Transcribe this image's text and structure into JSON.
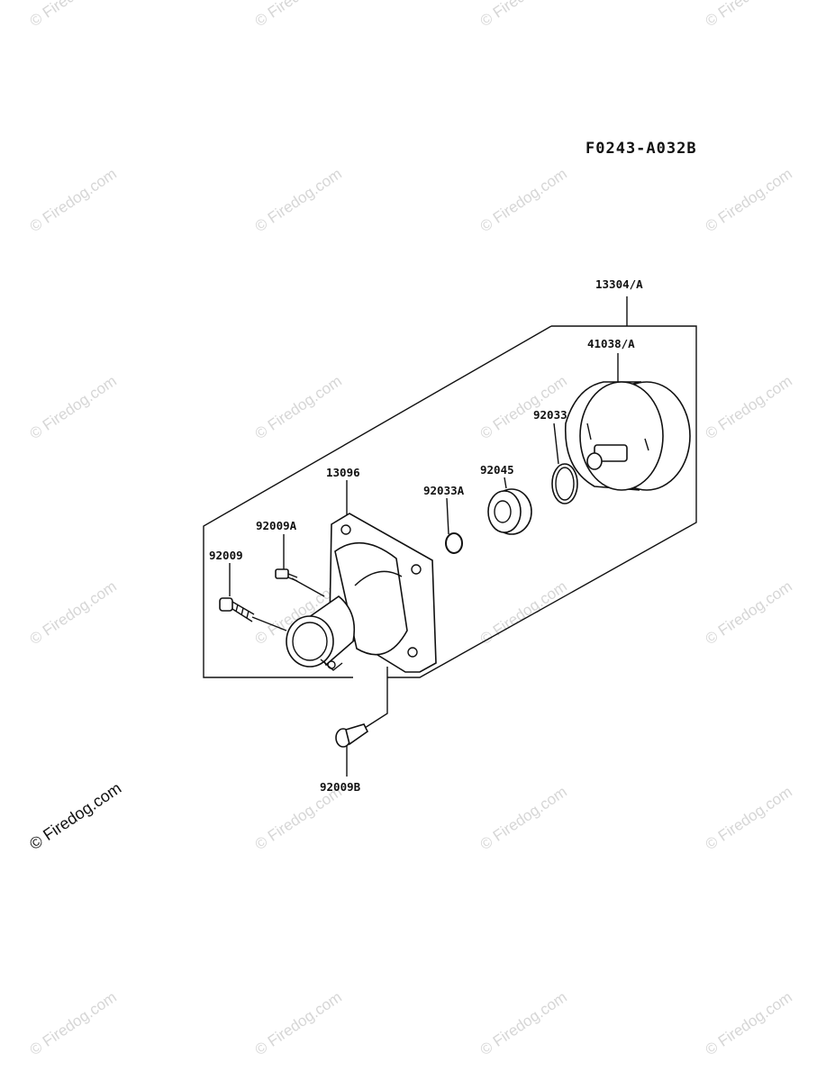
{
  "diagram_id": "F0243-A032B",
  "watermark_text": "© Firedog.com",
  "labels": {
    "assembly": "13304/A",
    "drum": "41038/A",
    "ring_b": "92033",
    "bearing": "92045",
    "ring_a": "92033A",
    "housing": "13096",
    "bolt_a": "92009A",
    "bolt": "92009",
    "bolt_b": "92009B"
  },
  "colors": {
    "ink": "#111111",
    "watermark": "#d6d6d6"
  }
}
